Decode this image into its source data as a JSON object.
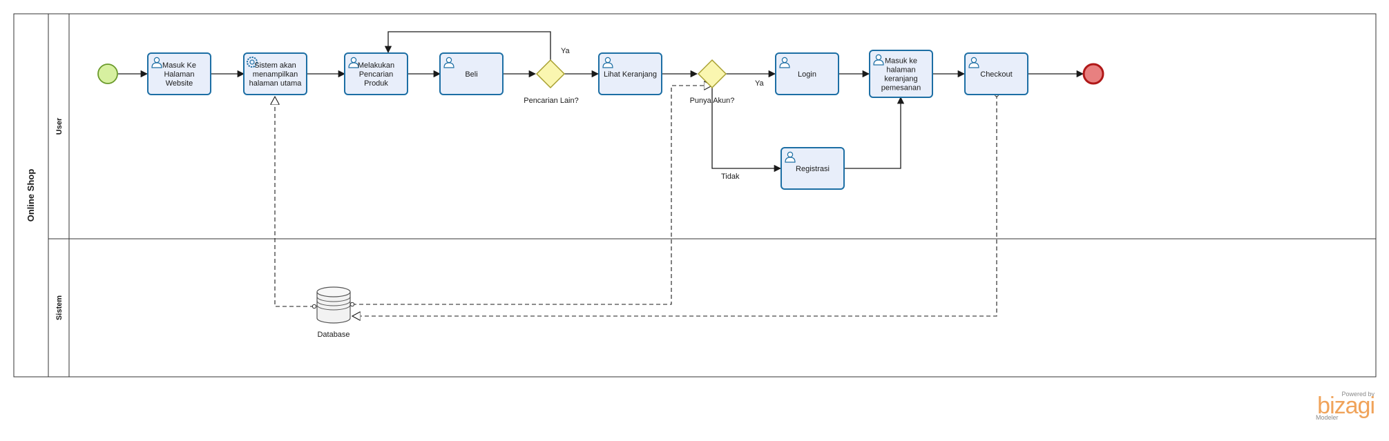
{
  "pool": {
    "label": "Online Shop"
  },
  "lanes": {
    "user": "User",
    "system": "Sistem"
  },
  "tasks": {
    "masuk_halaman": [
      "Masuk Ke",
      "Halaman",
      "Website"
    ],
    "sistem_tampil": [
      "Sistem akan",
      "menampilkan",
      "halaman utama"
    ],
    "pencarian": [
      "Melakukan",
      "Pencarian",
      "Produk"
    ],
    "beli": [
      "Beli"
    ],
    "lihat_keranjang": [
      "Lihat Keranjang"
    ],
    "login": [
      "Login"
    ],
    "masuk_keranjang": [
      "Masuk  ke",
      "halaman",
      "keranjang",
      "pemesanan"
    ],
    "checkout": [
      "Checkout"
    ],
    "registrasi": [
      "Registrasi"
    ]
  },
  "gateways": {
    "pencarian_lain": "Pencarian Lain?",
    "punya_akun": "Punya Akun?"
  },
  "flow_labels": {
    "ya_loop": "Ya",
    "ya_login": "Ya",
    "tidak": "Tidak"
  },
  "data_store": {
    "label": "Database"
  },
  "branding": {
    "powered_by": "Powered by",
    "brand": "bizagi",
    "product": "Modeler"
  },
  "colors": {
    "task_fill": "#e8eefa",
    "task_stroke": "#1c6ea4",
    "gateway_fill": "#faf6b0",
    "gateway_stroke": "#a8a030",
    "start_fill": "#d7f0a0",
    "start_stroke": "#6a9a2a",
    "end_fill": "#e88080",
    "end_stroke": "#b01818"
  }
}
